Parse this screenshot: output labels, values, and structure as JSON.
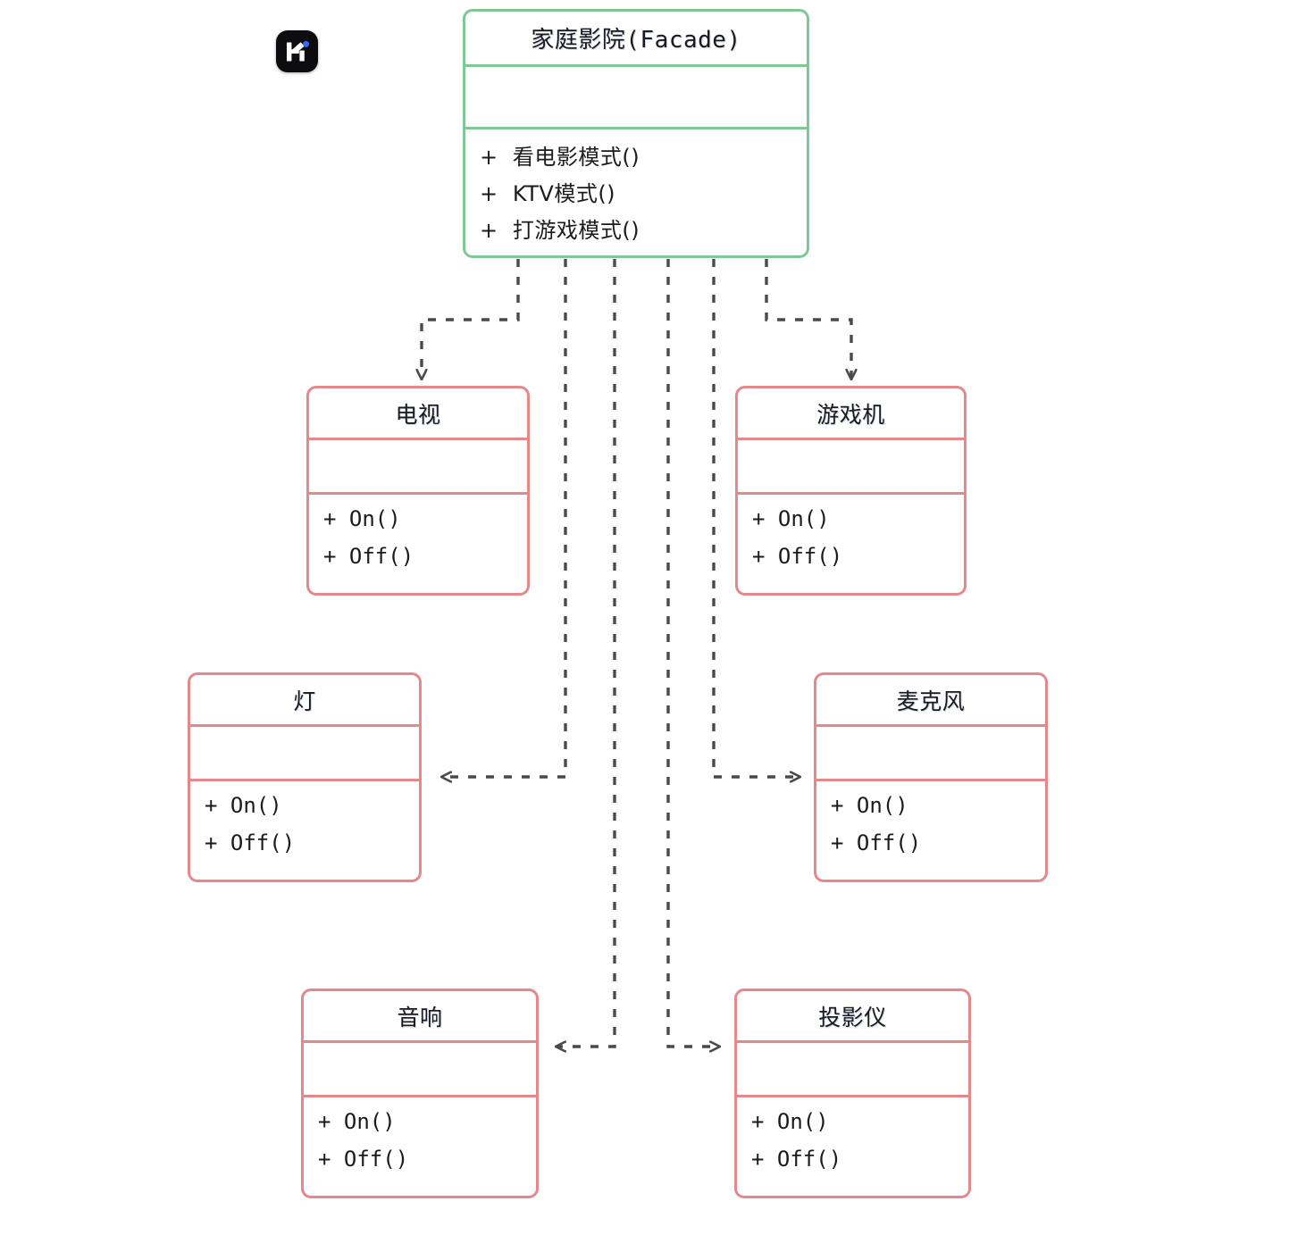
{
  "diagram": {
    "kind": "uml-class-diagram",
    "pattern": "Facade",
    "background": "#ffffff",
    "colors": {
      "facade_border": "#7dc894",
      "component_border": "#e4888a",
      "connector": "#4a4a4a",
      "text": "#1b1b1b",
      "logo_background": "#0d0d0f",
      "logo_dot": "#2f6bff"
    }
  },
  "logo": {
    "name": "app-logo",
    "glyph": "K",
    "has_dot": true
  },
  "facade": {
    "title": "家庭影院(Facade)",
    "attributes": [],
    "operations": [
      "+  看电影模式()",
      "+  KTV模式()",
      "+  打游戏模式()"
    ]
  },
  "components": [
    {
      "id": "tv",
      "title": "电视",
      "attributes": [],
      "operations": [
        "+ On()",
        "+ Off()"
      ]
    },
    {
      "id": "console",
      "title": "游戏机",
      "attributes": [],
      "operations": [
        "+ On()",
        "+ Off()"
      ]
    },
    {
      "id": "light",
      "title": "灯",
      "attributes": [],
      "operations": [
        "+ On()",
        "+ Off()"
      ]
    },
    {
      "id": "mic",
      "title": "麦克风",
      "attributes": [],
      "operations": [
        "+ On()",
        "+ Off()"
      ]
    },
    {
      "id": "speaker",
      "title": "音响",
      "attributes": [],
      "operations": [
        "+ On()",
        "+ Off()"
      ]
    },
    {
      "id": "projector",
      "title": "投影仪",
      "attributes": [],
      "operations": [
        "+ On()",
        "+ Off()"
      ]
    }
  ],
  "connections": [
    {
      "from": "facade",
      "to": "tv",
      "style": "dashed",
      "arrow": "open",
      "label": ""
    },
    {
      "from": "facade",
      "to": "light",
      "style": "dashed",
      "arrow": "open",
      "label": ""
    },
    {
      "from": "facade",
      "to": "speaker",
      "style": "dashed",
      "arrow": "open",
      "label": ""
    },
    {
      "from": "facade",
      "to": "projector",
      "style": "dashed",
      "arrow": "open",
      "label": ""
    },
    {
      "from": "facade",
      "to": "mic",
      "style": "dashed",
      "arrow": "open",
      "label": ""
    },
    {
      "from": "facade",
      "to": "console",
      "style": "dashed",
      "arrow": "open",
      "label": ""
    }
  ]
}
